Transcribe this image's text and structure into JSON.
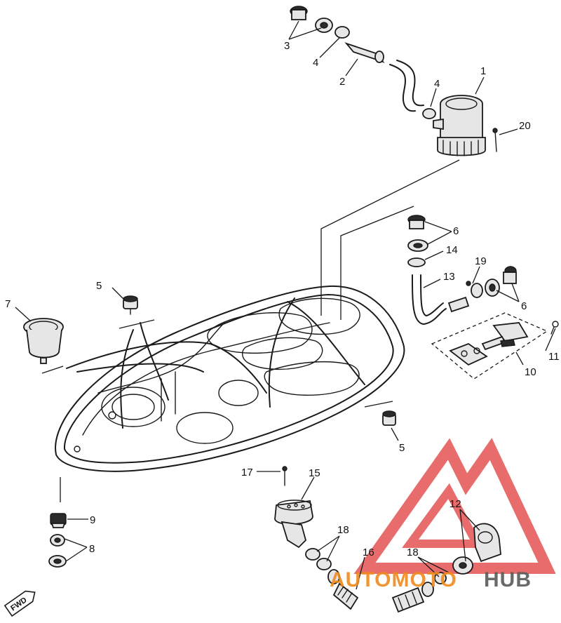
{
  "callouts": [
    {
      "id": "c1",
      "label": "1"
    },
    {
      "id": "c2",
      "label": "2"
    },
    {
      "id": "c3",
      "label": "3"
    },
    {
      "id": "c4a",
      "label": "4"
    },
    {
      "id": "c4b",
      "label": "4"
    },
    {
      "id": "c20",
      "label": "20"
    },
    {
      "id": "c6a",
      "label": "6"
    },
    {
      "id": "c14",
      "label": "14"
    },
    {
      "id": "c13",
      "label": "13"
    },
    {
      "id": "c19",
      "label": "19"
    },
    {
      "id": "c6b",
      "label": "6"
    },
    {
      "id": "c11",
      "label": "11"
    },
    {
      "id": "c10",
      "label": "10"
    },
    {
      "id": "c5a",
      "label": "5"
    },
    {
      "id": "c7",
      "label": "7"
    },
    {
      "id": "c5b",
      "label": "5"
    },
    {
      "id": "c17",
      "label": "17"
    },
    {
      "id": "c15",
      "label": "15"
    },
    {
      "id": "c9",
      "label": "9"
    },
    {
      "id": "c8",
      "label": "8"
    },
    {
      "id": "c12",
      "label": "12"
    },
    {
      "id": "c18a",
      "label": "18"
    },
    {
      "id": "c16",
      "label": "16"
    },
    {
      "id": "c18b",
      "label": "18"
    }
  ],
  "direction_badge": {
    "label": "FWD"
  },
  "watermark": {
    "word_left": "AUTOMOTO",
    "word_right": "HUB",
    "color_left": "#f08a1c",
    "color_right": "#5a5a5a",
    "logo_color": "#e23b3b"
  },
  "colors": {
    "line": "#1a1a1a",
    "background": "#ffffff"
  }
}
